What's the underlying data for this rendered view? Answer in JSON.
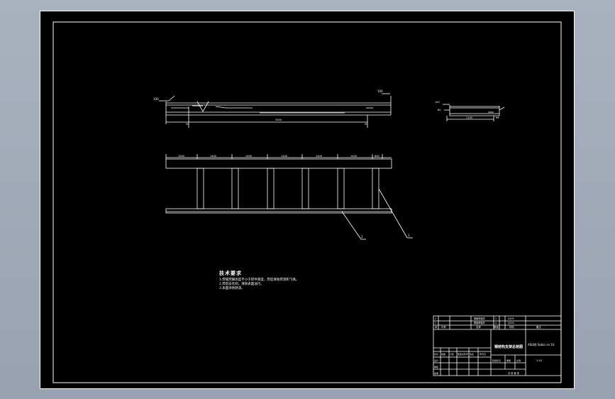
{
  "colors": {
    "background": "#000000",
    "lines": "#ffffff",
    "chrome": "#a9b2bf"
  },
  "elevation_view": {
    "dim_left_height": "100",
    "dim_right_height": "100",
    "dim_left_offset": "50",
    "dim_right_offset": "50",
    "dim_overall_length": "3000"
  },
  "side_view": {
    "dim_height": "100",
    "dim_flange": "80",
    "dim_width": "1100",
    "dim_right": "R6"
  },
  "plan_view": {
    "bay_dims": [
      "1000",
      "1400",
      "1400",
      "1400",
      "1400",
      "1400",
      "600"
    ]
  },
  "leaders": {
    "part_2": "2",
    "part_1": "1"
  },
  "technical_notes": {
    "title": "技术要求",
    "lines": [
      "1.焊缝焊脚高度不小于焊件厚度，焊后清除焊渣和飞溅。",
      "2.焊后去毛刺，清除表面油污。",
      "3.表面涂防锈漆。"
    ]
  },
  "title_block": {
    "part_rows": [
      {
        "no": "2",
        "name": "钢管焊接件",
        "qty": "2",
        "material": "Q235"
      },
      {
        "no": "1",
        "name": "槽钢焊接件",
        "qty": "4",
        "material": "Q235"
      }
    ],
    "list_header": [
      "序",
      "代号",
      "名称",
      "数量",
      "材料",
      "备注"
    ],
    "sign_labels": [
      "标记",
      "处数",
      "分区",
      "更改文件号",
      "签名",
      "年月日"
    ],
    "design_label": "设计",
    "check_label": "审核",
    "approve_label": "批准",
    "drawing_title": "钢结构支架总装图",
    "drawing_code": "ASLWJ-Sabcn.m 10",
    "stage_label": "阶段标记",
    "weight_label": "重量",
    "scale_label": "比例",
    "scale_value": "1:10",
    "sheet_text": "共 张 第 张"
  }
}
